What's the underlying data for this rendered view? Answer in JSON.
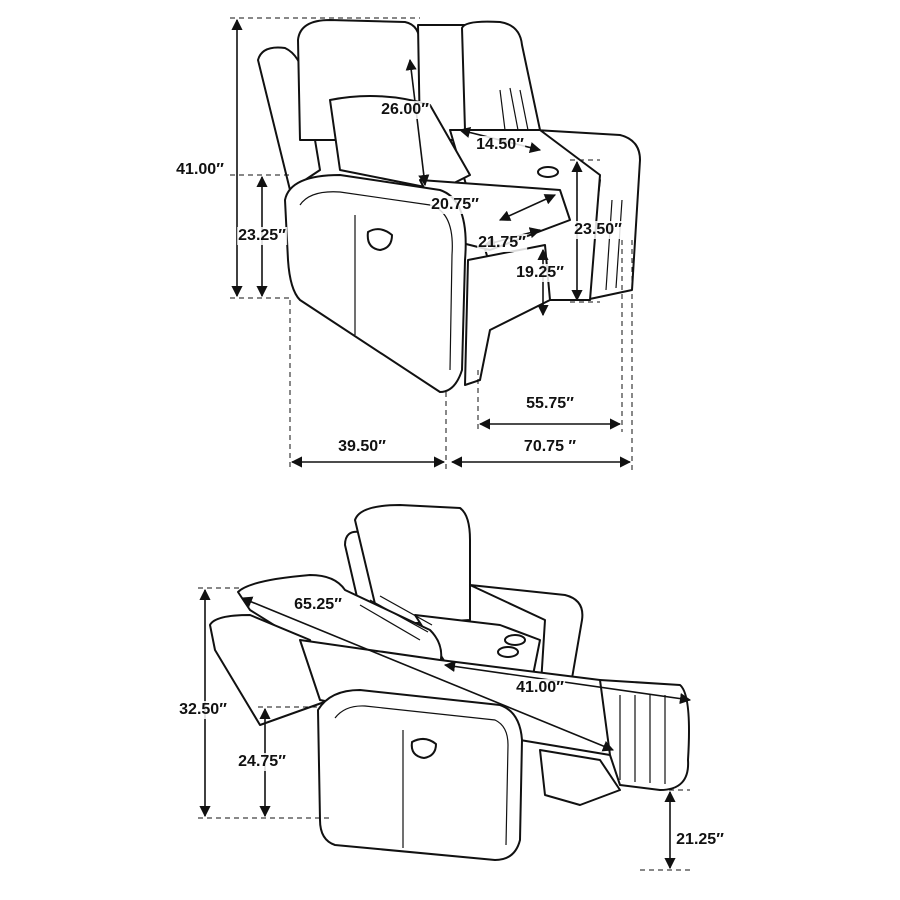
{
  "views": {
    "upright": {
      "seat_depth_back": "26.00″",
      "console_width": "14.50″",
      "overall_height": "41.00″",
      "seat_depth": "20.75″",
      "arm_height": "23.25″",
      "seat_width": "21.75″",
      "console_height": "23.50″",
      "seat_height": "19.25″",
      "inside_width": "55.75″",
      "overall_depth": "39.50″",
      "overall_width": "70.75 ″"
    },
    "reclined": {
      "reclined_depth": "65.25″",
      "reclined_seat_length": "41.00″",
      "reclined_height": "32.50″",
      "reclined_arm_height": "24.75″",
      "footrest_height": "21.25″"
    }
  }
}
